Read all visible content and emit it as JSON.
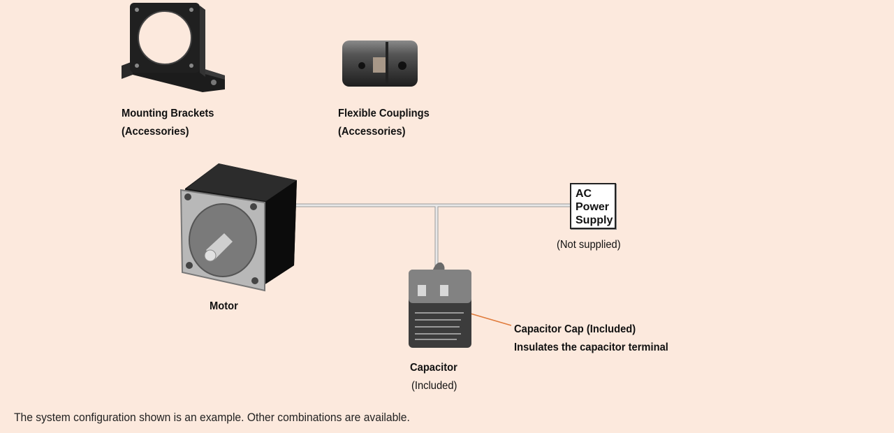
{
  "components": {
    "mounting_brackets": {
      "name": "Mounting Brackets",
      "note": "(Accessories)"
    },
    "flexible_couplings": {
      "name": "Flexible Couplings",
      "note": "(Accessories)"
    },
    "motor": {
      "name": "Motor"
    },
    "ac_power_supply": {
      "lines": [
        "AC",
        "Power",
        "Supply"
      ],
      "note": "(Not supplied)"
    },
    "capacitor": {
      "name": "Capacitor",
      "note": "(Included)"
    },
    "capacitor_cap": {
      "name": "Capacitor Cap (Included)",
      "description": "Insulates the capacitor terminal"
    }
  },
  "footnote": "The system configuration shown is an example. Other combinations are available.",
  "colors": {
    "background": "#fce9dd",
    "wire": "#c8c8c8",
    "leader_line": "#e07a3a"
  }
}
